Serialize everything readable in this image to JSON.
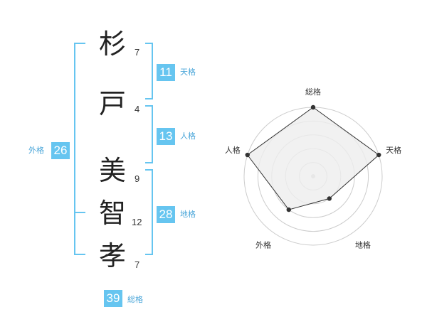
{
  "name": {
    "characters": [
      {
        "char": "杉",
        "strokes": "7"
      },
      {
        "char": "戸",
        "strokes": "4"
      },
      {
        "char": "美",
        "strokes": "9"
      },
      {
        "char": "智",
        "strokes": "12"
      },
      {
        "char": "孝",
        "strokes": "7"
      }
    ]
  },
  "fortunes": {
    "tenkaku": {
      "value": "11",
      "label": "天格"
    },
    "jinkaku": {
      "value": "13",
      "label": "人格"
    },
    "chikaku": {
      "value": "28",
      "label": "地格"
    },
    "gaikaku": {
      "value": "26",
      "label": "外格"
    },
    "soukaku": {
      "value": "39",
      "label": "総格"
    }
  },
  "chart_data": {
    "type": "radar",
    "axes": [
      "総格",
      "天格",
      "地格",
      "外格",
      "人格"
    ],
    "values": [
      5,
      5,
      2,
      3,
      5
    ],
    "max": 5,
    "rings": 5,
    "colors": {
      "fill": "#eeeeee",
      "line": "#333333",
      "grid": "#cccccc",
      "center": "#cccccc",
      "point": "#333333"
    }
  },
  "colors": {
    "accent": "#66c5f0",
    "accent_text": "#4aa6d9"
  }
}
